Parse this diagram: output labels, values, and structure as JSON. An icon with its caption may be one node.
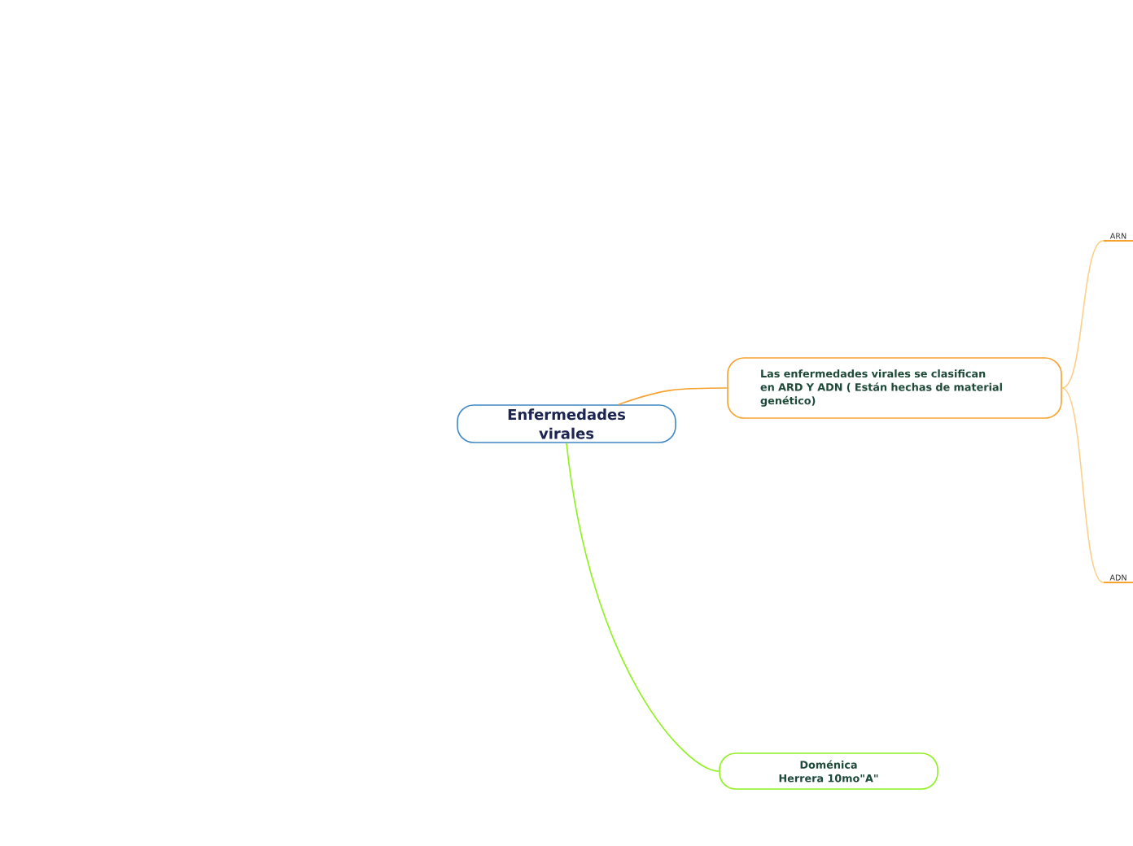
{
  "diagram": {
    "nodes": [
      {
        "text": [
          "Enfermedades virales"
        ]
      },
      {
        "text": [
          "Las enfermedades virales se clasifican en ARD Y ADN ( Están hechas de material genético)"
        ]
      },
      {
        "text": [
          "ARN"
        ]
      },
      {
        "text": [
          "ADN"
        ]
      },
      {
        "text": [
          "Doménica Herrera 10mo\"A\""
        ]
      }
    ],
    "edges": [
      {
        "from": 0,
        "to": 1,
        "arrow": "none",
        "color": "#f7a12e"
      },
      {
        "from": 1,
        "to": 2,
        "arrow": "none",
        "color": "#fbd08a"
      },
      {
        "from": 1,
        "to": 3,
        "arrow": "none",
        "color": "#fbd08a"
      },
      {
        "from": 0,
        "to": 4,
        "arrow": "none",
        "color": "#8ef21c"
      }
    ]
  }
}
